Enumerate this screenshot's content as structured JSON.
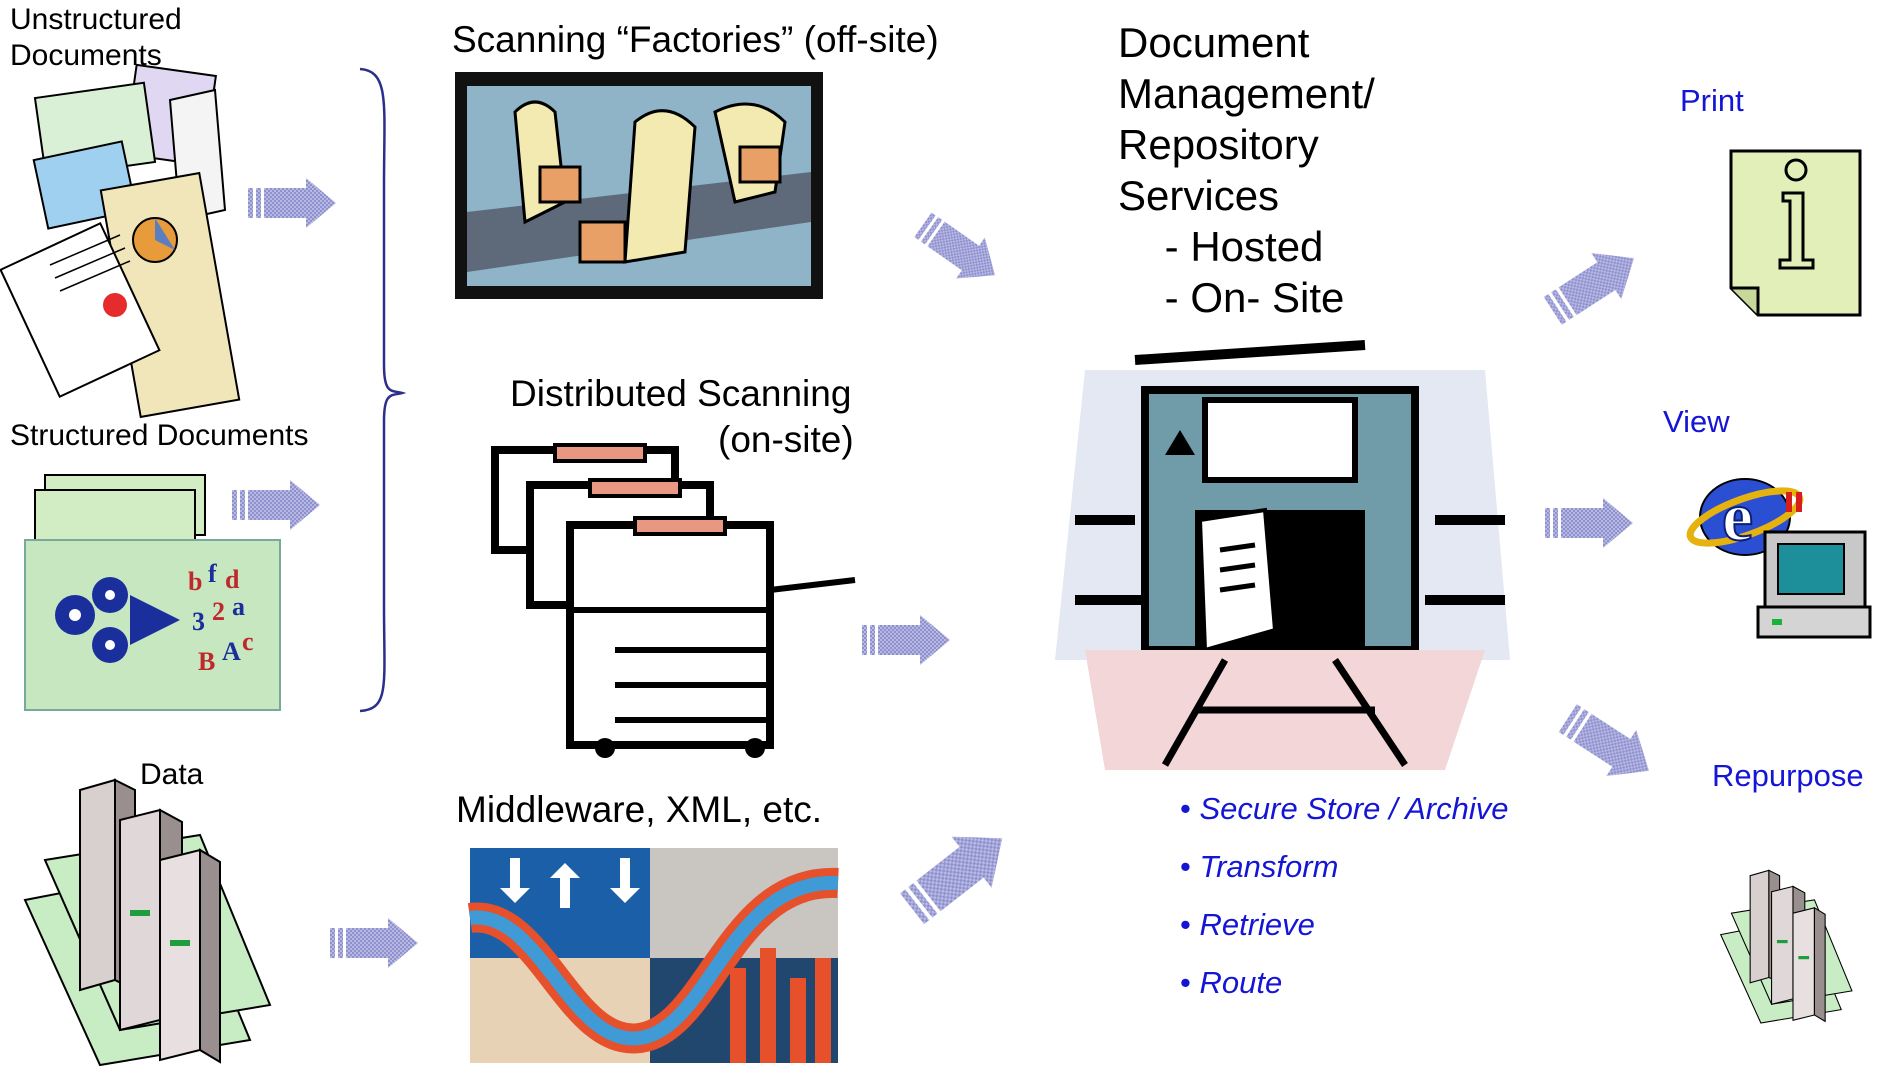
{
  "sources": {
    "unstructured": "Unstructured\nDocuments",
    "structured": "Structured Documents",
    "data": "Data"
  },
  "capture": {
    "factories": "Scanning “Factories” (off-site)",
    "distributed_line1": "Distributed Scanning",
    "distributed_line2": "(on-site)",
    "middleware": "Middleware, XML, etc."
  },
  "repository": {
    "title": "Document\nManagement/\nRepository\nServices\n    - Hosted\n    - On- Site",
    "features": [
      "Secure Store / Archive",
      "Transform",
      "Retrieve",
      "Route"
    ]
  },
  "outputs": {
    "print": "Print",
    "view": "View",
    "repurpose": "Repurpose"
  },
  "colors": {
    "arrow": "#a6a8d8",
    "link_blue": "#1515d6",
    "brace": "#2b2f8a"
  },
  "icons": {
    "unstructured": "paper-stack-clipart",
    "structured": "process-gears-clipart",
    "data": "server-tower-clipart",
    "factories": "workers-conveyor-clipart",
    "distributed": "copier-machines-clipart",
    "middleware": "abstract-data-clipart",
    "repository": "vault-door-clipart",
    "print": "info-document-icon",
    "view": "browser-computer-icon",
    "repurpose": "server-tower-clipart"
  }
}
